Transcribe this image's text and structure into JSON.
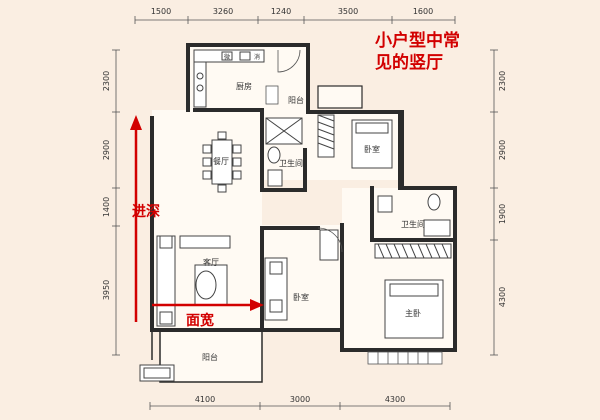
{
  "headline": {
    "line1": "小户型中常",
    "line2": "见的竖厅"
  },
  "labels": {
    "depth": "进深",
    "width": "面宽"
  },
  "dimensions": {
    "top": [
      "1500",
      "3260",
      "1240",
      "3500",
      "1600"
    ],
    "bottom": [
      "4100",
      "3000",
      "4300"
    ],
    "left": [
      "2300",
      "2900",
      "1400",
      "3950"
    ],
    "right": [
      "2300",
      "2900",
      "1900",
      "4300"
    ]
  },
  "rooms": {
    "kitchen": "厨房",
    "balcony_top": "阳台",
    "dining": "餐厅",
    "bathroom1": "卫生间",
    "bedroom1": "卧室",
    "bathroom2": "卫生间",
    "living": "客厅",
    "bedroom2": "卧室",
    "master": "主卧",
    "balcony_bottom": "阳台"
  },
  "fixtures": {
    "microwave": "微",
    "sterilizer": "消"
  },
  "colors": {
    "wall": "#2b2b2b",
    "accent": "#d20000",
    "background": "#faeee2"
  }
}
